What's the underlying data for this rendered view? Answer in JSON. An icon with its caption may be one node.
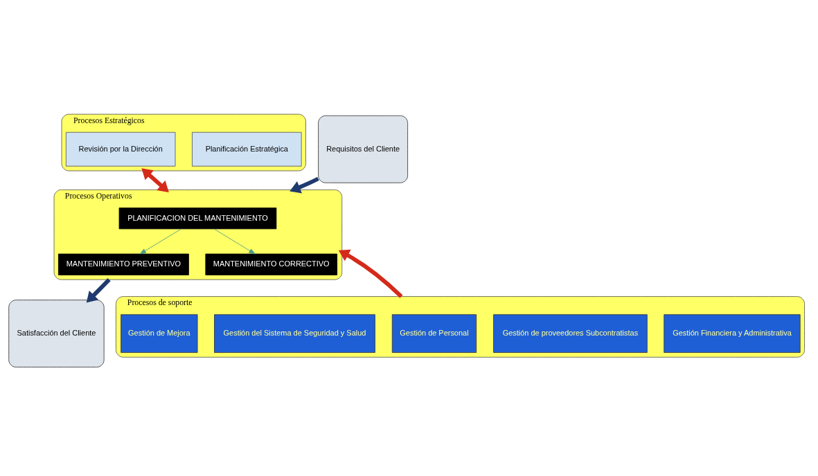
{
  "diagram": {
    "nodes": [
      {
        "text": [
          "Procesos Estratégicos"
        ]
      },
      {
        "text": [
          "Planificación Estratégica"
        ],
        "in": 0
      },
      {
        "text": [
          "Revisión por la Dirección"
        ],
        "in": 0
      },
      {
        "text": [
          "Requisitos del Cliente"
        ]
      },
      {
        "text": [
          "Procesos Operativos"
        ]
      },
      {
        "text": [
          "PLANIFICACION DEL MANTENIMIENTO"
        ],
        "in": 4
      },
      {
        "text": [
          "MANTENIMIENTO PREVENTIVO"
        ],
        "in": 4
      },
      {
        "text": [
          "MANTENIMIENTO CORRECTIVO"
        ],
        "in": 4
      },
      {
        "text": [
          "Satisfacción del Cliente"
        ]
      },
      {
        "text": [
          "Procesos de soporte"
        ]
      },
      {
        "text": [
          "Gestión Financiera y Administrativa"
        ],
        "in": 9
      },
      {
        "text": [
          "Gestión de proveedores Subcontratistas"
        ],
        "in": 9
      },
      {
        "text": [
          "Gestión de Personal"
        ],
        "in": 9
      },
      {
        "text": [
          "Gestión del Sistema de Seguridad y Salud"
        ],
        "in": 9
      },
      {
        "text": [
          "Gestión de Mejora"
        ],
        "in": 9
      }
    ],
    "edges": [
      {
        "from": 0,
        "to": 4,
        "arrow": "both",
        "color": "#d42a1a"
      },
      {
        "from": 3,
        "to": 4,
        "arrow": "to",
        "color": "#1f3a6e"
      },
      {
        "from": 5,
        "to": 6,
        "arrow": "to",
        "color": "#4a9a8a"
      },
      {
        "from": 5,
        "to": 7,
        "arrow": "to",
        "color": "#4a9a8a"
      },
      {
        "from": 4,
        "to": 8,
        "arrow": "to",
        "color": "#1f3a6e"
      },
      {
        "from": 9,
        "to": 4,
        "arrow": "to",
        "color": "#d42a1a"
      }
    ]
  }
}
